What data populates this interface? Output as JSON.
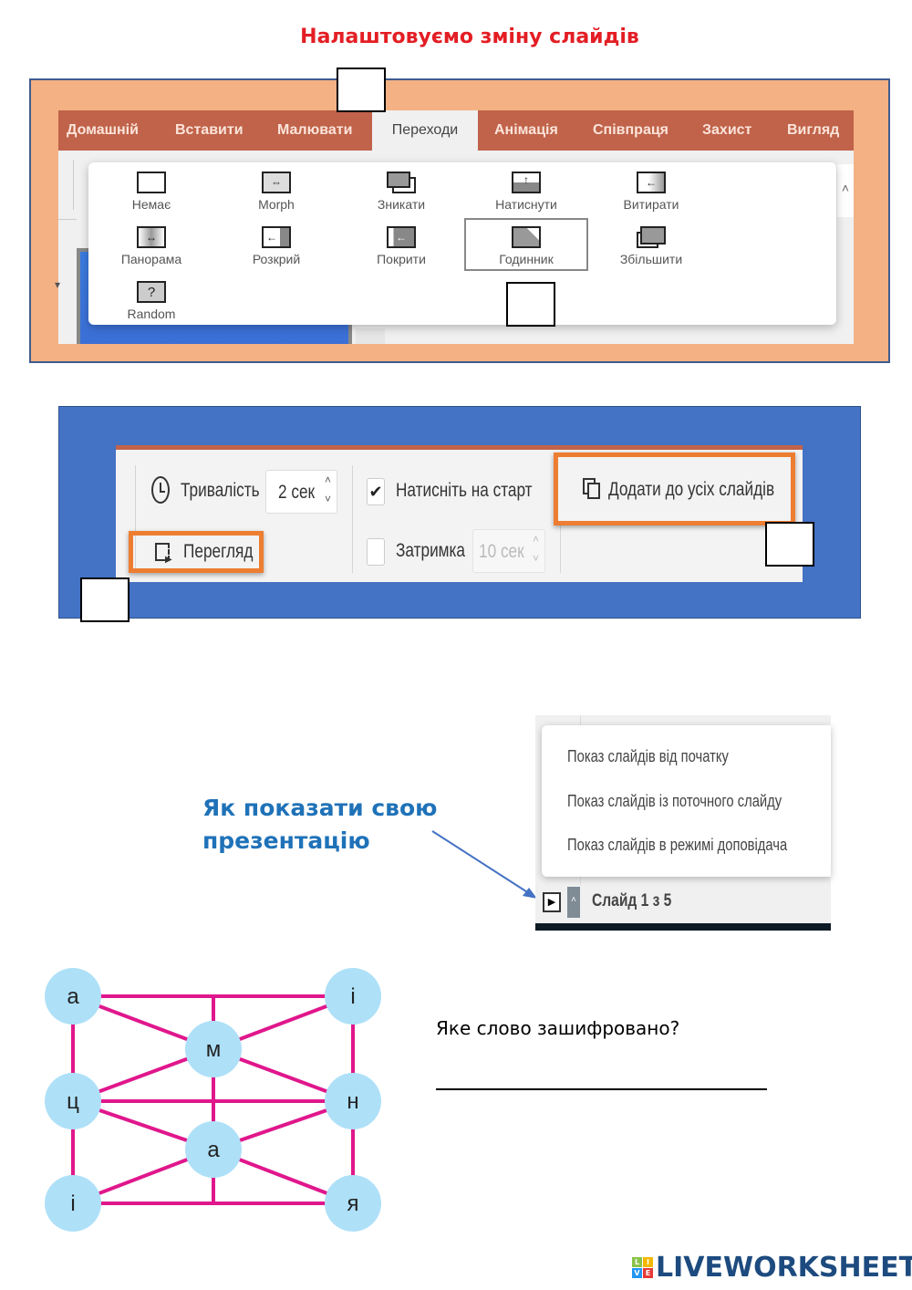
{
  "title": "Налаштовуємо  зміну слайдів",
  "ribbon": {
    "tabs": [
      "Домашній",
      "Вставити",
      "Малювати",
      "Переходи",
      "Анімація",
      "Співпраця",
      "Захист",
      "Вигляд"
    ],
    "active_tab": "Переходи"
  },
  "transitions": [
    {
      "label": "Немає",
      "icon": "none-icon"
    },
    {
      "label": "Morph",
      "icon": "morph-icon"
    },
    {
      "label": "Зникати",
      "icon": "fade-icon"
    },
    {
      "label": "Натиснути",
      "icon": "push-icon"
    },
    {
      "label": "Витирати",
      "icon": "wipe-icon"
    },
    {
      "label": "Панорама",
      "icon": "split-icon"
    },
    {
      "label": "Розкрий",
      "icon": "reveal-icon"
    },
    {
      "label": "Покрити",
      "icon": "cover-icon"
    },
    {
      "label": "Годинник",
      "icon": "clock-icon",
      "selected": true
    },
    {
      "label": "Збільшити",
      "icon": "zoom-icon"
    },
    {
      "label": "Random",
      "icon": "random-icon"
    }
  ],
  "timing": {
    "duration_label": "Тривалість",
    "duration_value": "2 сек",
    "preview_label": "Перегляд",
    "on_click_label": "Натисніть на старт",
    "on_click_checked": true,
    "delay_label": "Затримка",
    "delay_value": "10 сек",
    "delay_checked": false,
    "apply_all_label": "Додати до усіх слайдів"
  },
  "slideshow": {
    "heading_line1": "Як показати свою",
    "heading_line2": "презентацію",
    "menu_items": [
      "Показ слайдів від початку",
      "Показ слайдів із поточного слайду",
      "Показ слайдів в режимі доповідача"
    ],
    "slide_counter": "Слайд 1 з 5"
  },
  "puzzle": {
    "nodes": [
      {
        "id": "tl",
        "letter": "а"
      },
      {
        "id": "tr",
        "letter": "і"
      },
      {
        "id": "cm",
        "letter": "м"
      },
      {
        "id": "ml",
        "letter": "ц"
      },
      {
        "id": "mr",
        "letter": "н"
      },
      {
        "id": "cb",
        "letter": "а"
      },
      {
        "id": "bl",
        "letter": "і"
      },
      {
        "id": "br",
        "letter": "я"
      }
    ],
    "question": "Яке слово зашифровано?",
    "node_color": "#aee0f8",
    "edge_color": "#e0178c"
  },
  "logo": {
    "text": "LIVEWORKSHEETS",
    "grid_letters": [
      "L",
      "I",
      "V",
      "E"
    ]
  }
}
